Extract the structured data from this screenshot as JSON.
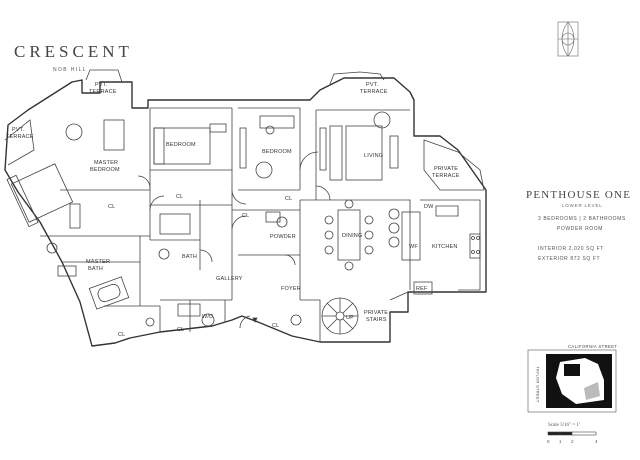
{
  "brand": {
    "name": "CRESCENT",
    "subtitle": "NOB HILL"
  },
  "unit": {
    "title": "PENTHOUSE ONE",
    "level": "LOWER LEVEL",
    "specs": [
      "3 BEDROOMS | 2 BATHROOMS",
      "POWDER ROOM",
      "INTERIOR 2,020 SQ FT",
      "EXTERIOR 872 SQ FT"
    ]
  },
  "rooms": {
    "pvt_terrace_left": [
      "PVT.",
      "TERRACE"
    ],
    "pvt_terrace_top_left": [
      "PVT.",
      "TERRACE"
    ],
    "pvt_terrace_top_right": [
      "PVT.",
      "TERRACE"
    ],
    "master_bedroom": [
      "MASTER",
      "BEDROOM"
    ],
    "bedroom_1": "BEDROOM",
    "bedroom_2": "BEDROOM",
    "living": "LIVING",
    "private_terrace": [
      "PRIVATE",
      "TERRACE"
    ],
    "cl_a": "CL",
    "cl_b": "CL",
    "cl_c": "CL",
    "cl_d": "CL",
    "cl_e": "CL",
    "cl_f": "CL",
    "cl_g": "CL",
    "master_bath": [
      "MASTER",
      "BATH"
    ],
    "bath": "BATH",
    "powder": "POWDER",
    "dining": "DINING",
    "dw": "DW",
    "wf": "WF",
    "kitchen": "KITCHEN",
    "gallery": "GALLERY",
    "foyer": "FOYER",
    "wd": "W/D",
    "up": "UP",
    "private_stairs": [
      "PRIVATE",
      "STAIRS"
    ],
    "ref": "REF"
  },
  "keymap": {
    "street_top": "CALIFORNIA STREET",
    "street_side": "TAYLOR STREET"
  },
  "scale": {
    "label": "Scale 3/16\" = 1'",
    "ticks": [
      "0",
      "1",
      "2",
      "4"
    ]
  }
}
